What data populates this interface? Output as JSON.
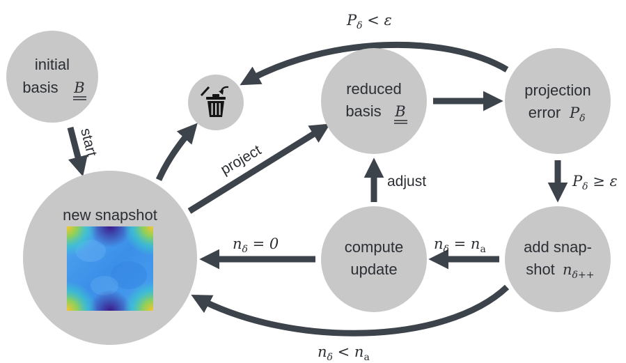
{
  "colors": {
    "node_fill": "#c8c8c8",
    "arrow": "#3d434b",
    "text": "#2b2f34",
    "trash_fill": "#b9b9b9"
  },
  "nodes": {
    "initial_basis": {
      "line1": "initial",
      "line2": "basis",
      "symbol": "B"
    },
    "reduced_basis": {
      "line1": "reduced",
      "line2": "basis",
      "symbol": "B"
    },
    "projection_error": {
      "line1": "projection",
      "line2": "error",
      "symbol": "P",
      "subscript": "δ"
    },
    "new_snapshot": {
      "label": "new snapshot"
    },
    "compute_update": {
      "line1": "compute",
      "line2": "update"
    },
    "add_snapshot": {
      "line1": "add snap-",
      "line2": "shot",
      "symbol": "n",
      "subscript": "δ++"
    }
  },
  "trash": {
    "icon": "trash-icon"
  },
  "edges": {
    "start": "start",
    "project": "project",
    "adjust": "adjust",
    "top": {
      "lhs": "P",
      "sub": "δ",
      "op": " < ε"
    },
    "right": {
      "lhs": "P",
      "sub": "δ",
      "op": " ≥ ε"
    },
    "add_to_compute": {
      "lhs": "n",
      "sub": "δ",
      "op": " = n",
      "sub2": "a"
    },
    "compute_to_new": {
      "lhs": "n",
      "sub": "δ",
      "op": " = 0"
    },
    "bottom": {
      "lhs": "n",
      "sub": "δ",
      "op": " < n",
      "sub2": "a"
    }
  }
}
